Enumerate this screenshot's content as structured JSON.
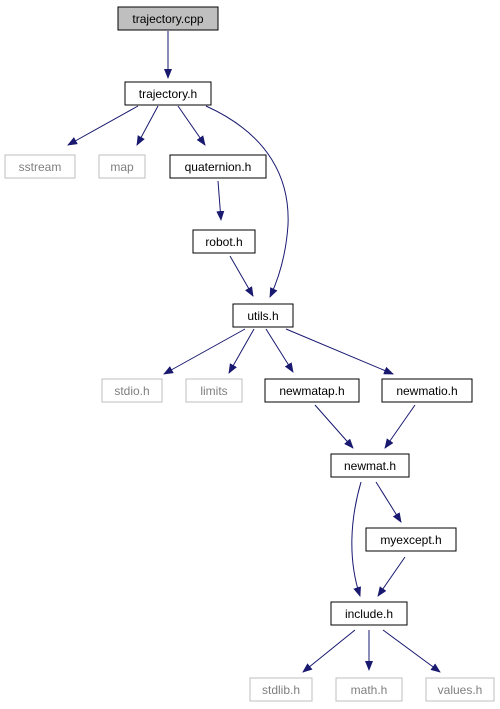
{
  "colors": {
    "edge": "#191970",
    "node_border": "#000000",
    "external_border": "#bfbfbf",
    "root_fill": "#bfbfbf",
    "text": "#000000",
    "external_text": "#7f7f7f"
  },
  "nodes": {
    "trajectory_cpp": {
      "label": "trajectory.cpp",
      "kind": "root"
    },
    "trajectory_h": {
      "label": "trajectory.h",
      "kind": "file"
    },
    "sstream": {
      "label": "sstream",
      "kind": "external"
    },
    "map": {
      "label": "map",
      "kind": "external"
    },
    "quaternion_h": {
      "label": "quaternion.h",
      "kind": "file"
    },
    "robot_h": {
      "label": "robot.h",
      "kind": "file"
    },
    "utils_h": {
      "label": "utils.h",
      "kind": "file"
    },
    "stdio_h": {
      "label": "stdio.h",
      "kind": "external"
    },
    "limits": {
      "label": "limits",
      "kind": "external"
    },
    "newmatap_h": {
      "label": "newmatap.h",
      "kind": "file"
    },
    "newmatio_h": {
      "label": "newmatio.h",
      "kind": "file"
    },
    "newmat_h": {
      "label": "newmat.h",
      "kind": "file"
    },
    "myexcept_h": {
      "label": "myexcept.h",
      "kind": "file"
    },
    "include_h": {
      "label": "include.h",
      "kind": "file"
    },
    "stdlib_h": {
      "label": "stdlib.h",
      "kind": "external"
    },
    "math_h": {
      "label": "math.h",
      "kind": "external"
    },
    "values_h": {
      "label": "values.h",
      "kind": "external"
    }
  },
  "edges": [
    {
      "from": "trajectory_cpp",
      "to": "trajectory_h"
    },
    {
      "from": "trajectory_h",
      "to": "sstream"
    },
    {
      "from": "trajectory_h",
      "to": "map"
    },
    {
      "from": "trajectory_h",
      "to": "quaternion_h"
    },
    {
      "from": "trajectory_h",
      "to": "utils_h"
    },
    {
      "from": "quaternion_h",
      "to": "robot_h"
    },
    {
      "from": "robot_h",
      "to": "utils_h"
    },
    {
      "from": "utils_h",
      "to": "stdio_h"
    },
    {
      "from": "utils_h",
      "to": "limits"
    },
    {
      "from": "utils_h",
      "to": "newmatap_h"
    },
    {
      "from": "utils_h",
      "to": "newmatio_h"
    },
    {
      "from": "newmatap_h",
      "to": "newmat_h"
    },
    {
      "from": "newmatio_h",
      "to": "newmat_h"
    },
    {
      "from": "newmat_h",
      "to": "myexcept_h"
    },
    {
      "from": "newmat_h",
      "to": "include_h"
    },
    {
      "from": "myexcept_h",
      "to": "include_h"
    },
    {
      "from": "include_h",
      "to": "stdlib_h"
    },
    {
      "from": "include_h",
      "to": "math_h"
    },
    {
      "from": "include_h",
      "to": "values_h"
    }
  ]
}
